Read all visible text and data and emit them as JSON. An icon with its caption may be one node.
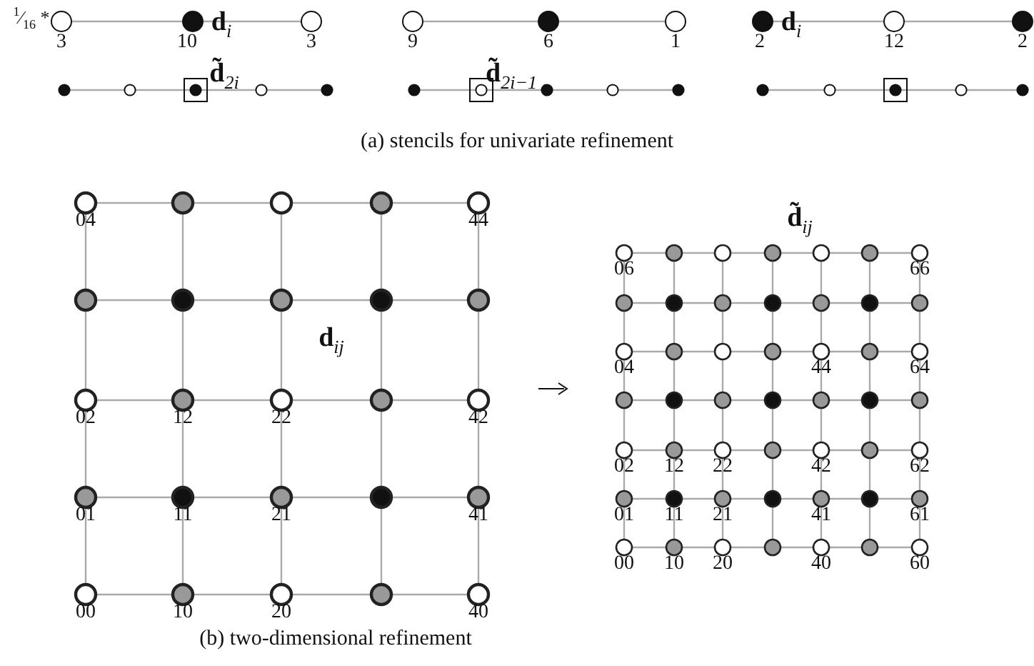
{
  "diagram": {
    "labels": [
      "$^{1}$⁄$_{16}$ *",
      "**d**$_{i}$",
      "**d**$_{i}$",
      "3",
      "10",
      "3",
      "9",
      "6",
      "1",
      "2",
      "12",
      "2",
      "**d̃**$_{2i}$",
      "**d̃**$_{2i−1}$",
      "(a) stencils for univariate refinement",
      "**d**$_{ij}$",
      "04",
      "44",
      "02",
      "12",
      "22",
      "42",
      "01",
      "11",
      "21",
      "41",
      "00",
      "10",
      "20",
      "40",
      "**d̃**$_{ij}$",
      "06",
      "66",
      "04",
      "44",
      "64",
      "02",
      "12",
      "22",
      "42",
      "62",
      "01",
      "11",
      "21",
      "41",
      "61",
      "00",
      "10",
      "20",
      "40",
      "60",
      "(b) two-dimensional refinement"
    ]
  }
}
